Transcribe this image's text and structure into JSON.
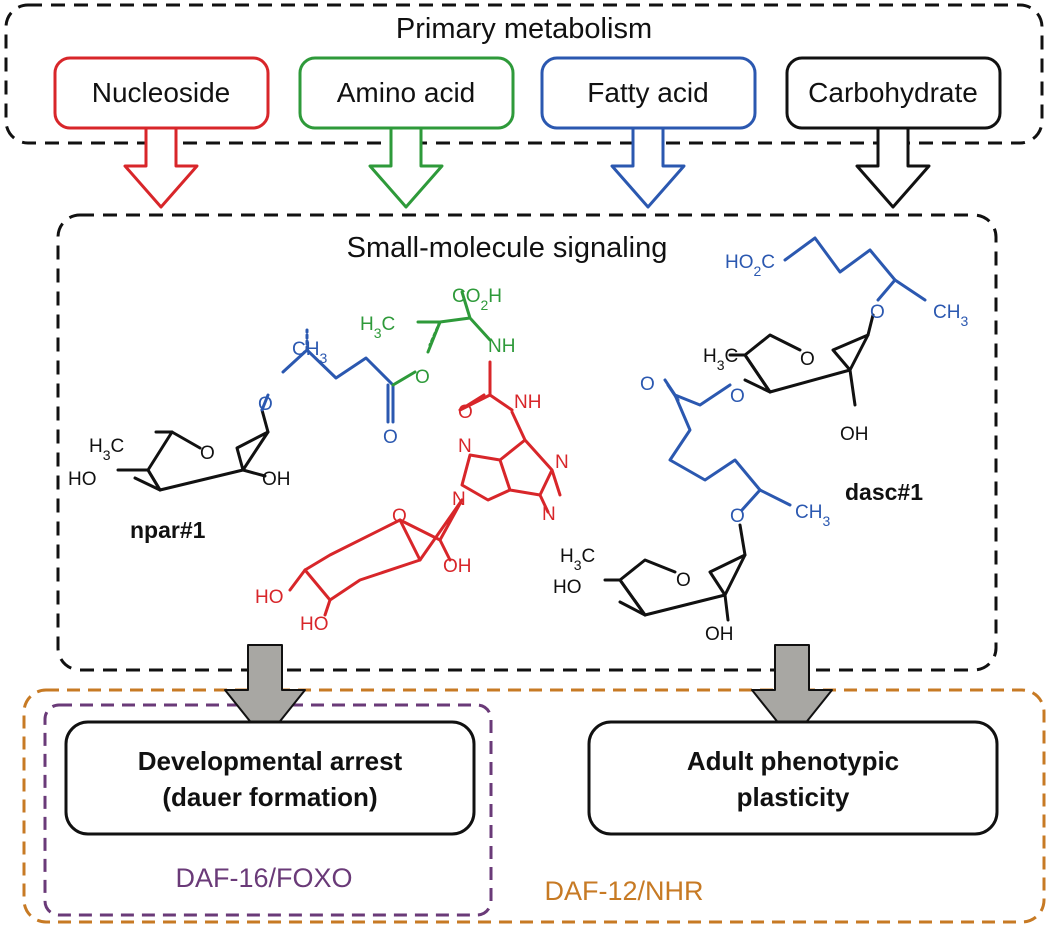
{
  "primary": {
    "title": "Primary metabolism",
    "sources": [
      {
        "label": "Nucleoside",
        "color": "#d8262a"
      },
      {
        "label": "Amino acid",
        "color": "#2e9a3a"
      },
      {
        "label": "Fatty acid",
        "color": "#2b58b0"
      },
      {
        "label": "Carbohydrate",
        "color": "#111111"
      }
    ]
  },
  "signaling": {
    "title": "Small-molecule signaling",
    "molecules": {
      "npar": "npar#1",
      "dasc": "dasc#1"
    },
    "atoms": {
      "co2h": "CO2H",
      "h3c": "H3C",
      "nh": "NH",
      "o": "O",
      "n": "N",
      "oh": "OH",
      "ho": "HO",
      "ch3": "CH3",
      "ho2c": "HO2C"
    }
  },
  "outcomes": {
    "left_line1": "Developmental arrest",
    "left_line2": "(dauer formation)",
    "right_line1": "Adult phenotypic",
    "right_line2": "plasticity"
  },
  "pathways": {
    "daf16": "DAF-16/FOXO",
    "daf12": "DAF-12/NHR"
  },
  "colors": {
    "nucleoside": "#d8262a",
    "amino_acid": "#2e9a3a",
    "fatty_acid": "#2b58b0",
    "carbohydrate": "#111111",
    "daf16": "#6a3a78",
    "daf12": "#c77a24",
    "arrow_fill": "#a8a7a3"
  }
}
